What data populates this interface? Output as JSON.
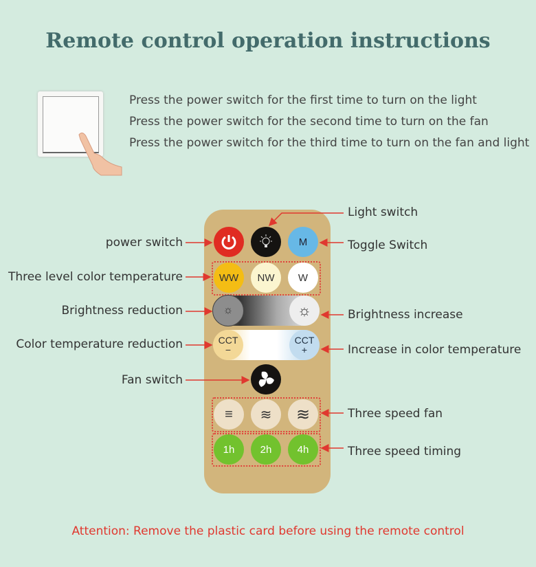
{
  "title": "Remote control operation instructions",
  "instructions": [
    "Press the power switch for the first time to turn on the light",
    "Press the power switch for the second time to turn on the fan",
    "Press the power switch for the third time to turn on the fan and light"
  ],
  "buttons": {
    "mode": "M",
    "ww": "WW",
    "nw": "NW",
    "w": "W",
    "cct": "CCT",
    "minus": "−",
    "plus": "+",
    "t1": "1h",
    "t2": "2h",
    "t3": "4h"
  },
  "labels": {
    "light_switch": "Light switch",
    "power_switch": "power switch",
    "toggle_switch": "Toggle Switch",
    "three_level": "Three level color temperature",
    "brightness_reduction": "Brightness reduction",
    "brightness_increase": "Brightness increase",
    "cct_reduction": "Color temperature reduction",
    "cct_increase": "Increase in color temperature",
    "fan_switch": "Fan switch",
    "three_speed_fan": "Three speed fan",
    "three_speed_timing": "Three speed timing"
  },
  "attention": "Attention: Remove the plastic card before using the remote control",
  "colors": {
    "background": "#d4ebdf",
    "remote": "#d2b57c",
    "accent": "#e0382f",
    "title": "#436b6b"
  }
}
